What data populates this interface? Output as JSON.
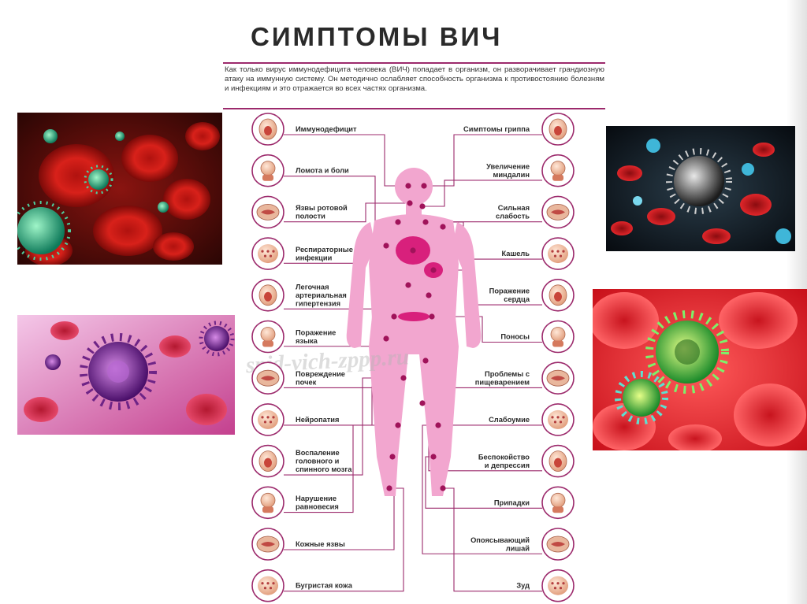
{
  "title": "СИМПТОМЫ ВИЧ",
  "intro": "Как только вирус иммунодефицита человека (ВИЧ) попадает в организм, он разворачивает грандиозную атаку на иммунную систему. Он методично ослабляет способность организма к противостоянию болезням и инфекциям и это отражается во всех частях организма.",
  "watermark": "spid-vich-zppp.ru",
  "accent_color": "#9c2a6c",
  "body_color": "#f2a6cf",
  "left_symptoms": [
    {
      "lines": [
        "Иммунодефицит"
      ],
      "icon": "organs-icon"
    },
    {
      "lines": [
        "Ломота и боли"
      ],
      "icon": "muscles-icon"
    },
    {
      "lines": [
        "Язвы ротовой",
        "полости"
      ],
      "icon": "mouth-icon"
    },
    {
      "lines": [
        "Респираторные",
        "инфекции"
      ],
      "icon": "lungs-icon"
    },
    {
      "lines": [
        "Легочная",
        "артериальная",
        "гипертензия"
      ],
      "icon": "heart-lungs-icon"
    },
    {
      "lines": [
        "Поражение",
        "языка"
      ],
      "icon": "tongue-icon"
    },
    {
      "lines": [
        "Повреждение",
        "почек"
      ],
      "icon": "kidney-icon"
    },
    {
      "lines": [
        "Нейропатия"
      ],
      "icon": "torso-icon"
    },
    {
      "lines": [
        "Воспаление",
        "головного и",
        "спинного мозга"
      ],
      "icon": "spine-icon"
    },
    {
      "lines": [
        "Нарушение",
        "равновесия"
      ],
      "icon": "body-icon"
    },
    {
      "lines": [
        "Кожные язвы"
      ],
      "icon": "skin-ulcer-icon"
    },
    {
      "lines": [
        "Бугристая кожа"
      ],
      "icon": "skin-icon"
    }
  ],
  "right_symptoms": [
    {
      "lines": [
        "Симптомы гриппа"
      ],
      "icon": "respiratory-icon"
    },
    {
      "lines": [
        "Увеличение",
        "миндалин"
      ],
      "icon": "tonsils-icon"
    },
    {
      "lines": [
        "Сильная",
        "слабость"
      ],
      "icon": "muscle-man-icon"
    },
    {
      "lines": [
        "Кашель"
      ],
      "icon": "throat-icon"
    },
    {
      "lines": [
        "Поражение",
        "сердца"
      ],
      "icon": "heart-icon"
    },
    {
      "lines": [
        "Поносы"
      ],
      "icon": "head-icon"
    },
    {
      "lines": [
        "Проблемы с",
        "пищеварением"
      ],
      "icon": "digestion-icon"
    },
    {
      "lines": [
        "Слабоумие"
      ],
      "icon": "brain-section-icon"
    },
    {
      "lines": [
        "Беспокойство",
        "и депрессия"
      ],
      "icon": "face-icon"
    },
    {
      "lines": [
        "Припадки"
      ],
      "icon": "brain-icon"
    },
    {
      "lines": [
        "Опоясывающий",
        "лишай"
      ],
      "icon": "rash-icon"
    },
    {
      "lines": [
        "Зуд"
      ],
      "icon": "itch-skin-icon"
    }
  ]
}
